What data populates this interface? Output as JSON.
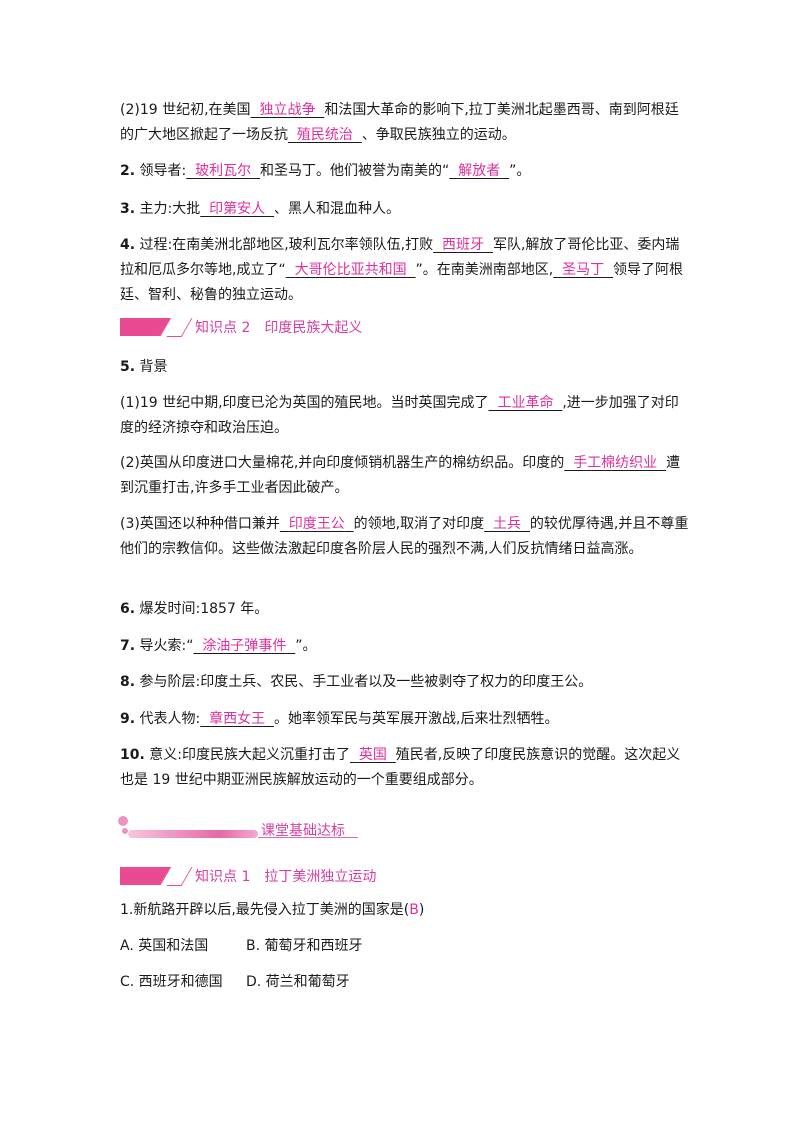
{
  "p1": {
    "t1": "(2)19 世纪初,在美国",
    "f1": "独立战争",
    "t2": "和法国大革命的影响下,拉丁美洲北起墨西哥、南到阿根廷的广大地区掀起了一场反抗",
    "f2": "殖民统治",
    "t3": "、争取民族独立的运动。"
  },
  "p2": {
    "num": "2.",
    "t1": " 领导者:",
    "f1": "玻利瓦尔",
    "t2": "和圣马丁。他们被誉为南美的“",
    "f2": "解放者",
    "t3": "”。"
  },
  "p3": {
    "num": "3.",
    "t1": " 主力:大批",
    "f1": "印第安人",
    "t2": "、黑人和混血种人。"
  },
  "p4": {
    "num": "4.",
    "t1": " 过程:在南美洲北部地区,玻利瓦尔率领队伍,打败",
    "f1": "西班牙",
    "t2": "军队,解放了哥伦比亚、委内瑞拉和厄瓜多尔等地,成立了“",
    "f2": "大哥伦比亚共和国",
    "t3": "”。在南美洲南部地区,",
    "f3": "圣马丁",
    "t4": "领导了阿根廷、智利、秘鲁的独立运动。"
  },
  "sec1": {
    "title": "知识点 2　印度民族大起义"
  },
  "p5": {
    "num": "5.",
    "t1": " 背景"
  },
  "p5a": {
    "t1": "(1)19 世纪中期,印度已沦为英国的殖民地。当时英国完成了",
    "f1": "工业革命",
    "t2": ",进一步加强了对印度的经济掠夺和政治压迫。"
  },
  "p5b": {
    "t1": "(2)英国从印度进口大量棉花,并向印度倾销机器生产的棉纺织品。印度的",
    "f1": "手工棉纺织业",
    "t2": "遭到沉重打击,许多手工业者因此破产。"
  },
  "p5c": {
    "t1": "(3)英国还以种种借口兼并",
    "f1": "印度王公",
    "t2": "的领地,取消了对印度",
    "f2": "土兵",
    "t3": "的较优厚待遇,并且不尊重他们的宗教信仰。这些做法激起印度各阶层人民的强烈不满,人们反抗情绪日益高涨。"
  },
  "p6": {
    "num": "6.",
    "t1": " 爆发时间:1857 年。"
  },
  "p7": {
    "num": "7.",
    "t1": " 导火索:“",
    "f1": "涂油子弹事件",
    "t2": "”。"
  },
  "p8": {
    "num": "8.",
    "t1": " 参与阶层:印度土兵、农民、手工业者以及一些被剥夺了权力的印度王公。"
  },
  "p9": {
    "num": "9.",
    "t1": " 代表人物:",
    "f1": "章西女王",
    "t2": "。她率领军民与英军展开激战,后来壮烈牺牲。"
  },
  "p10": {
    "num": "10.",
    "t1": " 意义:印度民族大起义沉重打击了",
    "f1": "英国",
    "t2": "殖民者,反映了印度民族意识的觉醒。这次起义也是 19 世纪中期亚洲民族解放运动的一个重要组成部分。"
  },
  "banner": {
    "label": "课堂基础达标"
  },
  "sec2": {
    "title": "知识点 1　拉丁美洲独立运动"
  },
  "q1": {
    "stem": "1.新航路开辟以后,最先侵入拉丁美洲的国家是(",
    "answer": "B",
    "close": ")"
  },
  "options": {
    "A": "A. 英国和法国",
    "B": "B. 葡萄牙和西班牙",
    "C": "C. 西班牙和德国",
    "D": "D. 荷兰和葡萄牙"
  },
  "colors": {
    "accent": "#e94b92",
    "answer": "#e0309b"
  }
}
